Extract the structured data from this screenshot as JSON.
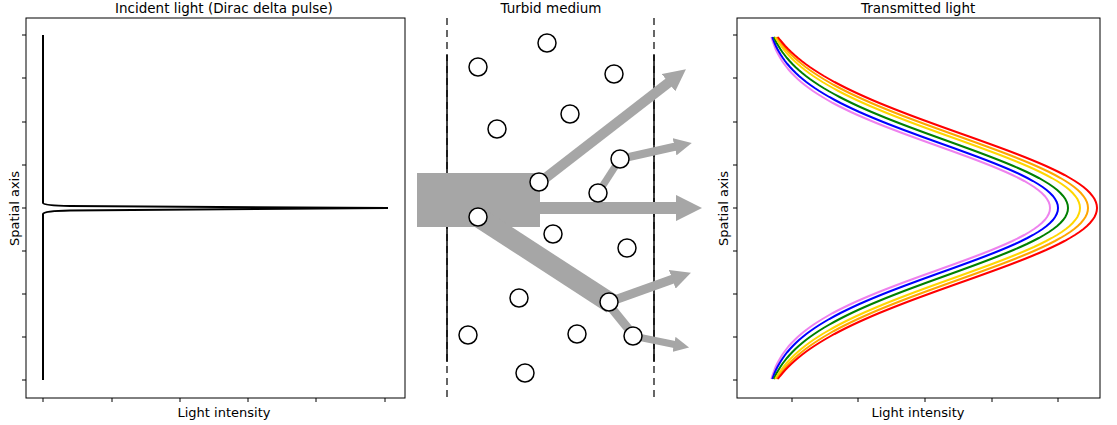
{
  "diagram": {
    "labels": [
      "Incident light (Dirac delta pulse)",
      "Spatial axis",
      "Light intensity",
      "Turbid medium",
      "Transmitted light",
      "Spatial axis",
      "Light intensity"
    ]
  }
}
